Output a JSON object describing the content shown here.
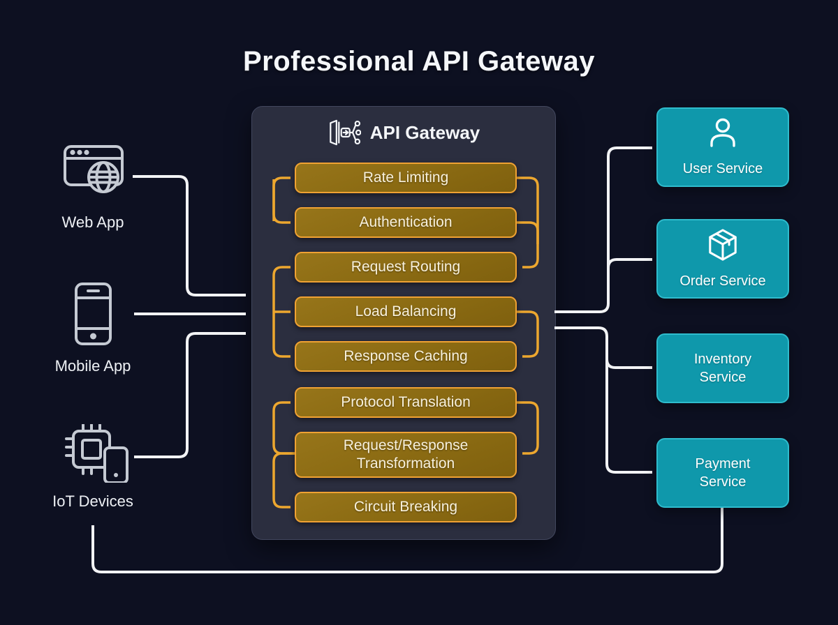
{
  "title": "Professional API Gateway",
  "gateway": {
    "label": "API Gateway",
    "icon": "api-gateway-icon",
    "features": [
      "Rate Limiting",
      "Authentication",
      "Request Routing",
      "Load Balancing",
      "Response Caching",
      "Protocol Translation",
      "Request/Response Transformation",
      "Circuit Breaking"
    ]
  },
  "clients": [
    {
      "label": "Web App",
      "icon": "browser-globe-icon"
    },
    {
      "label": "Mobile App",
      "icon": "smartphone-icon"
    },
    {
      "label": "IoT Devices",
      "icon": "chip-devices-icon"
    }
  ],
  "services": [
    {
      "label": "User Service",
      "icon": "user-icon"
    },
    {
      "label": "Order Service",
      "icon": "package-icon"
    },
    {
      "label": "Inventory Service",
      "icon": null
    },
    {
      "label": "Payment Service",
      "icon": null
    }
  ],
  "colors": {
    "background": "#0d1021",
    "panel": "#2b2e3f",
    "feature_fill": "#8a6a12",
    "feature_border": "#f0a233",
    "service_fill": "#0f98ab",
    "service_border": "#2fbccd",
    "flow_line": "#f2f3f5",
    "internal_line": "#eda72f",
    "client_icon": "#c5cad3"
  }
}
